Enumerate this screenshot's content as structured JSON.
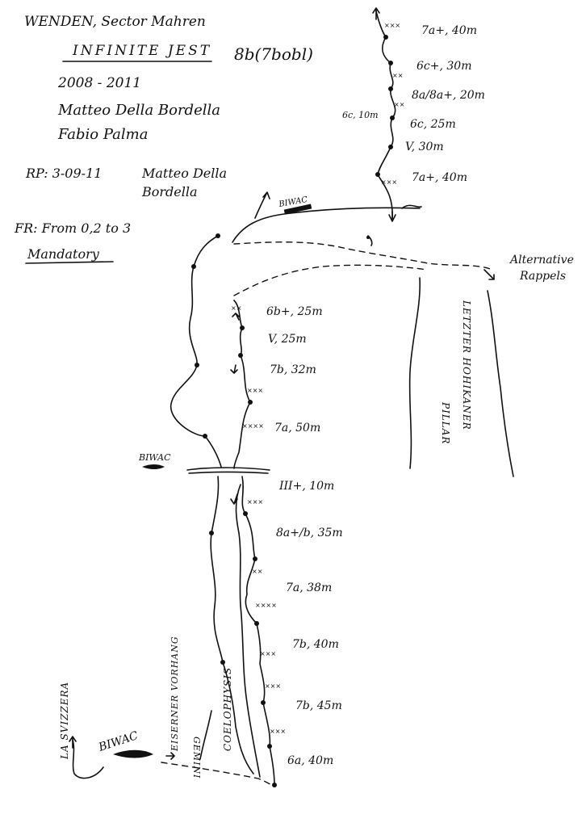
{
  "header": {
    "location": "WENDEN, Sector Mahren",
    "route_name": "INFINITE JEST",
    "route_grade": "8b(7bobl)",
    "years": "2008 - 2011",
    "author_1": "Matteo Della Bordella",
    "author_2": "Fabio Palma",
    "rp_label": "RP: 3-09-11",
    "rp_climber_1": "Matteo Della",
    "rp_climber_2": "Bordella",
    "fr_note": "FR: From 0,2 to 3",
    "fr_mandatory": "Mandatory"
  },
  "pitches": [
    {
      "grade": "7a+, 40m"
    },
    {
      "grade": "6c+, 30m"
    },
    {
      "grade": "8a/8a+, 20m"
    },
    {
      "grade": "6c, 10m"
    },
    {
      "grade": "6c, 25m"
    },
    {
      "grade": "V, 30m"
    },
    {
      "grade": "7a+, 40m"
    },
    {
      "grade": "6b+, 25m"
    },
    {
      "grade": "V, 25m"
    },
    {
      "grade": "7b, 32m"
    },
    {
      "grade": "7a, 50m"
    },
    {
      "grade": "III+, 10m"
    },
    {
      "grade": "8a+/b, 35m"
    },
    {
      "grade": "7a, 38m"
    },
    {
      "grade": "7b, 40m"
    },
    {
      "grade": "7b, 45m"
    },
    {
      "grade": "6a, 40m"
    }
  ],
  "labels": {
    "bivouac_top": "BIWAC",
    "bivouac_mid": "BIWAC",
    "bivouac_bottom": "BIWAC",
    "alt_rappels_1": "Alternative",
    "alt_rappels_2": "Rappels",
    "pillar_1": "LETZTER HOHIKANER",
    "pillar_2": "PILLAR",
    "route_la_svizzera": "LA SVIZZERA",
    "route_eiserner": "EISERNER VORHANG",
    "route_gemini": "GEMINI",
    "route_coelophysis": "COELOPHYSIS"
  }
}
